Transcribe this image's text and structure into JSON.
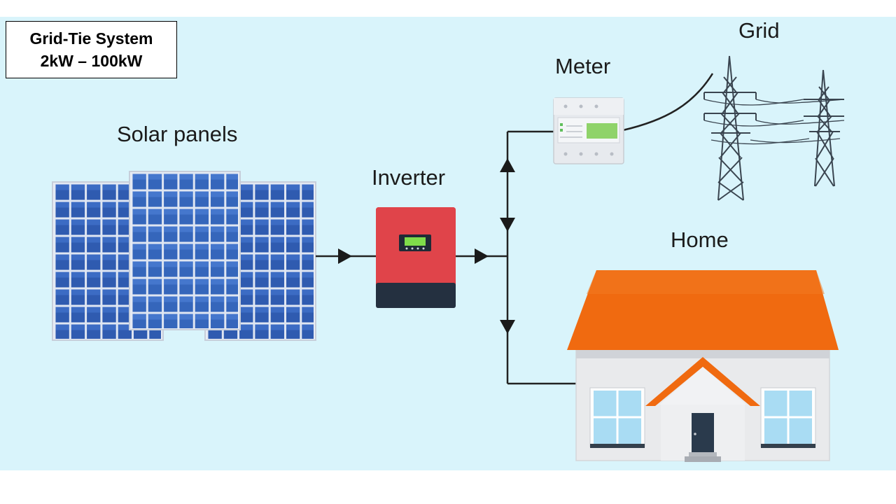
{
  "title": {
    "line1": "Grid-Tie System",
    "line2": "2kW – 100kW"
  },
  "labels": {
    "solar_panels": "Solar panels",
    "inverter": "Inverter",
    "meter": "Meter",
    "grid": "Grid",
    "home": "Home"
  },
  "colors": {
    "background": "#d9f4fb",
    "panel_cell": "#2f5bb0",
    "inverter_body": "#d8313a",
    "inverter_base": "#243040",
    "roof": "#f06a10",
    "wire": "#222222"
  },
  "icons": [
    "solar-panel-icon",
    "inverter-icon",
    "meter-icon",
    "transmission-tower-icon",
    "house-icon"
  ]
}
